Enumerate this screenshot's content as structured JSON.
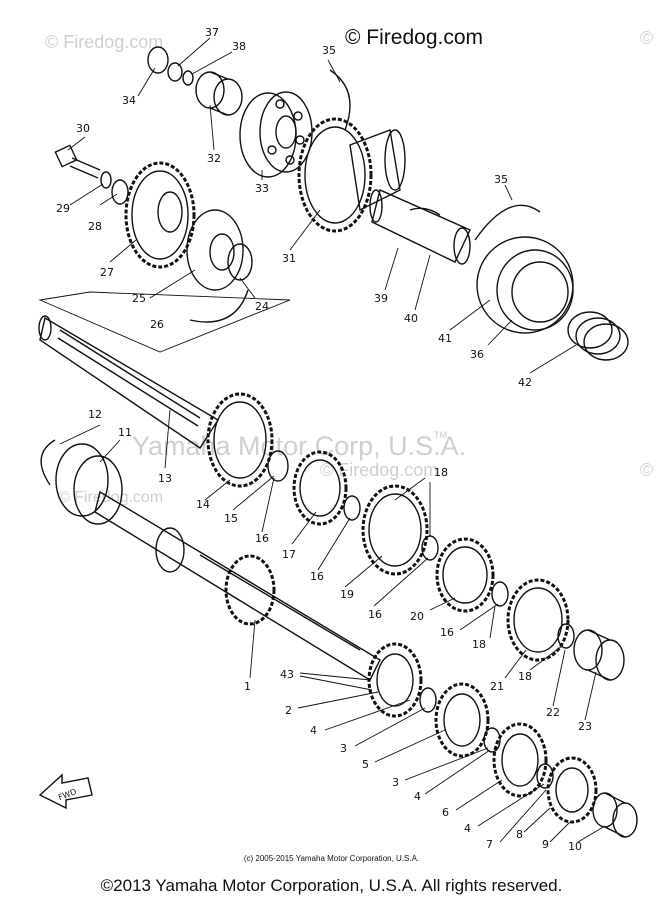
{
  "brand_watermark": "© Firedog.com",
  "faded_watermarks": [
    "© Firedog.com",
    "© Firedog.com",
    "© Firedog.com",
    "©",
    "©"
  ],
  "center_watermark": "Yamaha Motor Corp, U.S.A.",
  "tm_mark": "TM",
  "fwd_label": "FWD",
  "footer_small": "(c) 2005-2015 Yamaha Motor Corporation, U.S.A.",
  "footer_copyright": "©2013 Yamaha Motor Corporation, U.S.A. All rights reserved.",
  "callouts": [
    "37",
    "38",
    "35",
    "34",
    "30",
    "32",
    "33",
    "29",
    "28",
    "31",
    "35",
    "27",
    "25",
    "24",
    "26",
    "39",
    "40",
    "41",
    "36",
    "42",
    "13",
    "12",
    "11",
    "14",
    "15",
    "16",
    "17",
    "18",
    "16",
    "19",
    "16",
    "20",
    "16",
    "18",
    "1",
    "21",
    "18",
    "22",
    "23",
    "43",
    "2",
    "4",
    "3",
    "5",
    "3",
    "4",
    "6",
    "4",
    "7",
    "8",
    "9",
    "10"
  ]
}
